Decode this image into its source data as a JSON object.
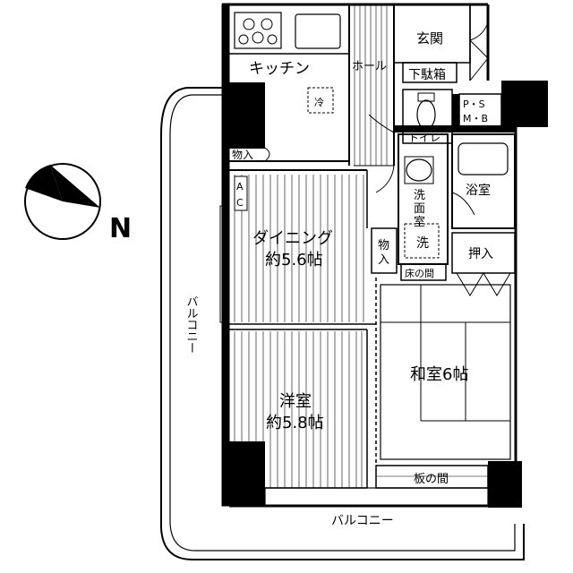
{
  "rooms": {
    "kitchen": "キッチン",
    "fridge": "冷",
    "hall": "ホール",
    "entrance": "玄関",
    "shoe_box": "下駄箱",
    "toilet": "トイレ",
    "ps": "P・S",
    "mb": "M・B",
    "storage_small": "物入",
    "ac": "A",
    "ac2": "C",
    "bath": "浴室",
    "washroom_1": "洗",
    "washroom_2": "面",
    "washroom_3": "室",
    "washer": "洗",
    "storage_mid_1": "物",
    "storage_mid_2": "入",
    "closet": "押入",
    "tokonoma": "床の間",
    "dining": "ダイニング",
    "dining_size": "約5.6帖",
    "washitsu": "和室6帖",
    "youshitsu": "洋室",
    "youshitsu_size": "約5.8帖",
    "itanoma": "板の間",
    "balcony_side": "バルコニー",
    "balcony_bottom": "バルコニー"
  },
  "compass": {
    "label": "N"
  },
  "colors": {
    "wall": "#000000",
    "background": "#ffffff"
  }
}
